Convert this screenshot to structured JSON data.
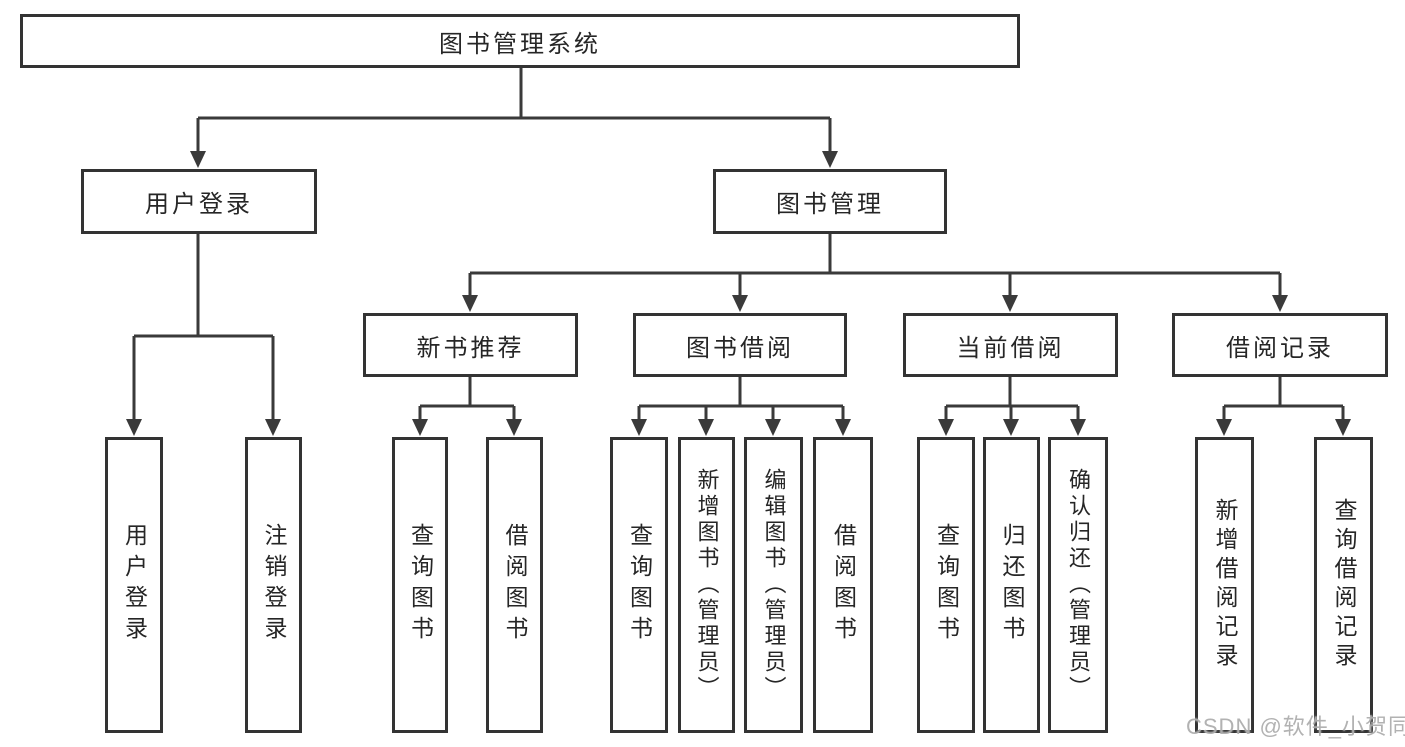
{
  "diagram": {
    "root": {
      "label": "图书管理系统",
      "children": [
        {
          "label": "用户登录",
          "children": [
            {
              "label": "用户登录"
            },
            {
              "label": "注销登录"
            }
          ]
        },
        {
          "label": "图书管理",
          "children": [
            {
              "label": "新书推荐",
              "children": [
                {
                  "label": "查询图书"
                },
                {
                  "label": "借阅图书"
                }
              ]
            },
            {
              "label": "图书借阅",
              "children": [
                {
                  "label": "查询图书"
                },
                {
                  "label": "新增图书（管理员）"
                },
                {
                  "label": "编辑图书（管理员）"
                },
                {
                  "label": "借阅图书"
                }
              ]
            },
            {
              "label": "当前借阅",
              "children": [
                {
                  "label": "查询图书"
                },
                {
                  "label": "归还图书"
                },
                {
                  "label": "确认归还（管理员）"
                }
              ]
            },
            {
              "label": "借阅记录",
              "children": [
                {
                  "label": "新增借阅记录"
                },
                {
                  "label": "查询借阅记录"
                }
              ]
            }
          ]
        }
      ]
    }
  },
  "watermark": {
    "text": "CSDN @软件_小贺同学"
  },
  "colors": {
    "line": "#3a3a3a",
    "box_border": "#333333",
    "text": "#262626",
    "watermark": "#aaaaaa",
    "background": "#ffffff"
  }
}
